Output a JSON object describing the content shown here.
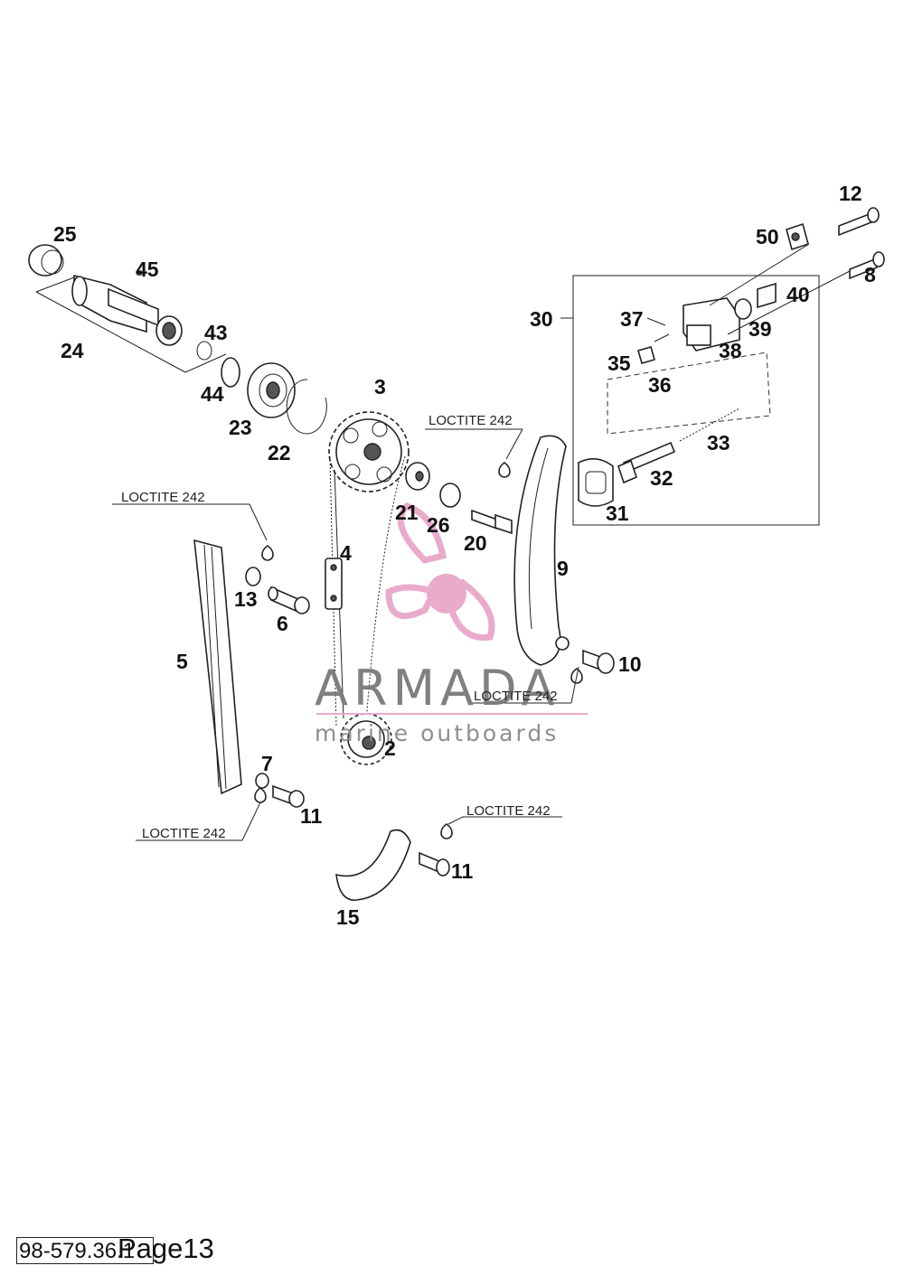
{
  "labels": {
    "p2": "2",
    "p3": "3",
    "p4": "4",
    "p5": "5",
    "p6": "6",
    "p7": "7",
    "p8": "8",
    "p9": "9",
    "p10": "10",
    "p11a": "11",
    "p11b": "11",
    "p12": "12",
    "p13": "13",
    "p15": "15",
    "p20": "20",
    "p21": "21",
    "p22": "22",
    "p23": "23",
    "p24": "24",
    "p25": "25",
    "p26": "26",
    "p30": "30",
    "p31": "31",
    "p32": "32",
    "p33": "33",
    "p35": "35",
    "p36": "36",
    "p37": "37",
    "p38": "38",
    "p39": "39",
    "p40": "40",
    "p43": "43",
    "p44": "44",
    "p45": "45",
    "p50": "50"
  },
  "notes": {
    "loctite_1": "LOCTITE 242",
    "loctite_2": "LOCTITE 242",
    "loctite_3": "LOCTITE 242",
    "loctite_4": "LOCTITE 242",
    "loctite_5": "LOCTITE 242"
  },
  "watermark": {
    "brand": "ARMADA",
    "tagline": "marine outboards",
    "accent_color": "#e8a7c9"
  },
  "footer": {
    "part_code": "98-579.36.1",
    "page": "Page13"
  }
}
